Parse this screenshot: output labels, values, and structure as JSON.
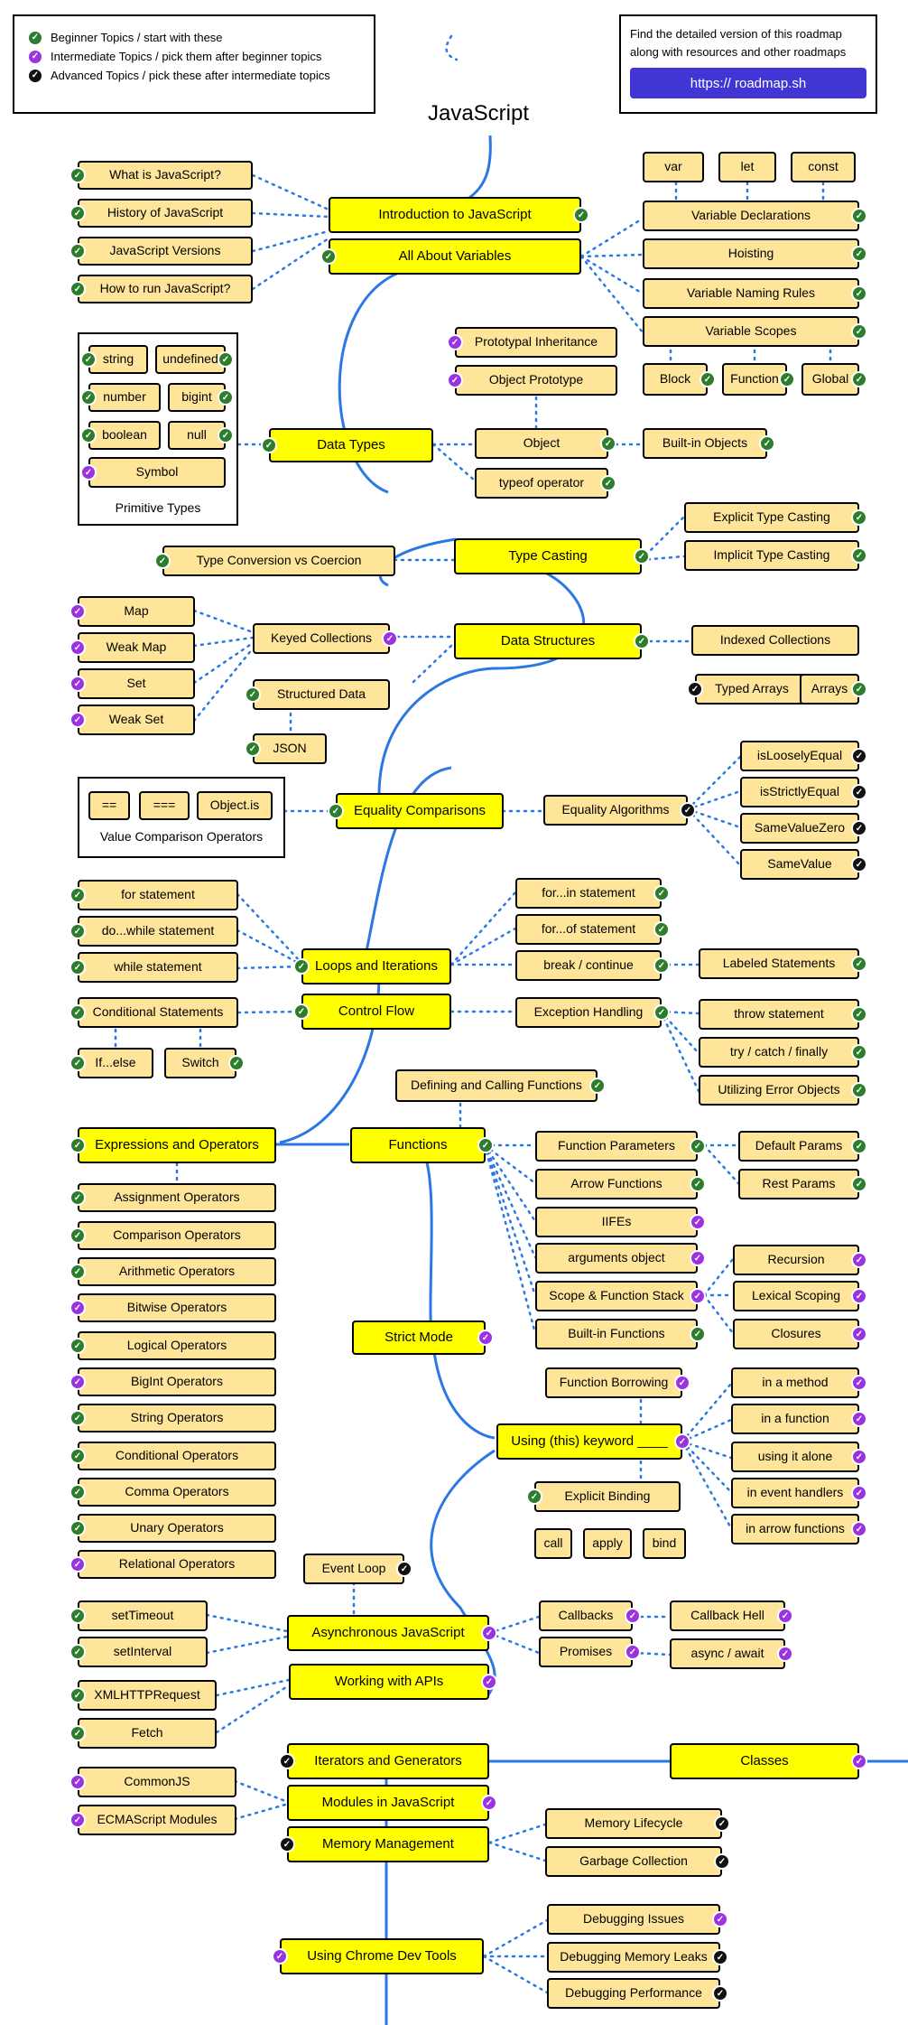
{
  "title": "JavaScript",
  "legend": {
    "items": [
      {
        "label": "Beginner Topics / start with these",
        "level": "beginner"
      },
      {
        "label": "Intermediate Topics / pick them after beginner topics",
        "level": "intermediate"
      },
      {
        "label": "Advanced Topics / pick these after intermediate topics",
        "level": "advanced"
      }
    ]
  },
  "promo": {
    "text": "Find the detailed version of this roadmap along with resources and other roadmaps",
    "button_label": "https:// roadmap.sh"
  },
  "colors": {
    "main_node": "#ffff00",
    "sub_node": "#ffe599",
    "line": "#2b78e4",
    "beginner": "#2d7d2d",
    "intermediate": "#9c33e0",
    "advanced": "#111111",
    "promo_button": "#4136d4"
  },
  "captions": {
    "primitive_types": "Primitive Types",
    "value_comparison_operators": "Value Comparison Operators"
  },
  "nodes": {
    "intro": "Introduction to JavaScript",
    "variables": "All About Variables",
    "what_is_js": "What is JavaScript?",
    "history_js": "History of JavaScript",
    "js_versions": "JavaScript Versions",
    "how_to_run": "How to run JavaScript?",
    "var": "var",
    "let": "let",
    "const": "const",
    "var_decl": "Variable Declarations",
    "hoisting": "Hoisting",
    "var_naming": "Variable Naming Rules",
    "var_scopes": "Variable Scopes",
    "block": "Block",
    "function_scope": "Function",
    "global": "Global",
    "string": "string",
    "undefined": "undefined",
    "number": "number",
    "bigint": "bigint",
    "boolean": "boolean",
    "null": "null",
    "symbol": "Symbol",
    "data_types": "Data Types",
    "proto_inheritance": "Prototypal Inheritance",
    "object_prototype": "Object Prototype",
    "object": "Object",
    "typeof": "typeof operator",
    "builtin_objects": "Built-in Objects",
    "type_casting": "Type Casting",
    "type_conversion": "Type Conversion vs Coercion",
    "explicit_casting": "Explicit Type Casting",
    "implicit_casting": "Implicit Type Casting",
    "map": "Map",
    "weak_map": "Weak Map",
    "set": "Set",
    "weak_set": "Weak Set",
    "keyed_collections": "Keyed Collections",
    "structured_data": "Structured Data",
    "json": "JSON",
    "data_structures": "Data Structures",
    "indexed_collections": "Indexed Collections",
    "typed_arrays": "Typed Arrays",
    "arrays": "Arrays",
    "eq_op1": "==",
    "eq_op2": "===",
    "eq_op3": "Object.is",
    "equality_comparisons": "Equality Comparisons",
    "equality_algorithms": "Equality Algorithms",
    "is_loosely_equal": "isLooselyEqual",
    "is_strictly_equal": "isStrictlyEqual",
    "same_value_zero": "SameValueZero",
    "same_value": "SameValue",
    "for_statement": "for statement",
    "do_while": "do...while statement",
    "while_statement": "while statement",
    "loops": "Loops and Iterations",
    "for_in": "for...in statement",
    "for_of": "for...of statement",
    "break_continue": "break / continue",
    "labeled_statements": "Labeled Statements",
    "conditional_statements": "Conditional Statements",
    "control_flow": "Control Flow",
    "exception_handling": "Exception Handling",
    "if_else": "If...else",
    "switch": "Switch",
    "throw_statement": "throw statement",
    "try_catch": "try / catch / finally",
    "error_objects": "Utilizing Error Objects",
    "defining_functions": "Defining and Calling Functions",
    "expressions_operators": "Expressions and Operators",
    "functions": "Functions",
    "function_parameters": "Function Parameters",
    "default_params": "Default Params",
    "rest_params": "Rest Params",
    "arrow_functions": "Arrow Functions",
    "iifes": "IIFEs",
    "arguments_object": "arguments object",
    "scope_stack": "Scope & Function Stack",
    "builtin_functions": "Built-in Functions",
    "recursion": "Recursion",
    "lexical_scoping": "Lexical Scoping",
    "closures": "Closures",
    "assignment_ops": "Assignment Operators",
    "comparison_ops": "Comparison Operators",
    "arithmetic_ops": "Arithmetic Operators",
    "bitwise_ops": "Bitwise Operators",
    "logical_ops": "Logical Operators",
    "bigint_ops": "BigInt Operators",
    "string_ops": "String Operators",
    "conditional_ops": "Conditional Operators",
    "comma_ops": "Comma Operators",
    "unary_ops": "Unary Operators",
    "relational_ops": "Relational Operators",
    "strict_mode": "Strict Mode",
    "function_borrowing": "Function Borrowing",
    "this_keyword": "Using (this) keyword ____",
    "explicit_binding": "Explicit Binding",
    "call": "call",
    "apply": "apply",
    "bind": "bind",
    "in_method": "in a method",
    "in_function": "in a function",
    "using_alone": "using it alone",
    "event_handlers": "in event handlers",
    "arrow_this": "in arrow functions",
    "event_loop": "Event Loop",
    "async_js": "Asynchronous JavaScript",
    "set_timeout": "setTimeout",
    "set_interval": "setInterval",
    "callbacks": "Callbacks",
    "callback_hell": "Callback Hell",
    "promises": "Promises",
    "async_await": "async / await",
    "working_apis": "Working with APIs",
    "xhr": "XMLHTTPRequest",
    "fetch": "Fetch",
    "iterators_generators": "Iterators and Generators",
    "classes": "Classes",
    "commonjs": "CommonJS",
    "ecmascript_modules": "ECMAScript Modules",
    "modules": "Modules in JavaScript",
    "memory_management": "Memory Management",
    "memory_lifecycle": "Memory Lifecycle",
    "garbage_collection": "Garbage Collection",
    "chrome_devtools": "Using Chrome Dev Tools",
    "debugging_issues": "Debugging Issues",
    "debugging_memory_leaks": "Debugging Memory Leaks",
    "debugging_performance": "Debugging Performance"
  }
}
